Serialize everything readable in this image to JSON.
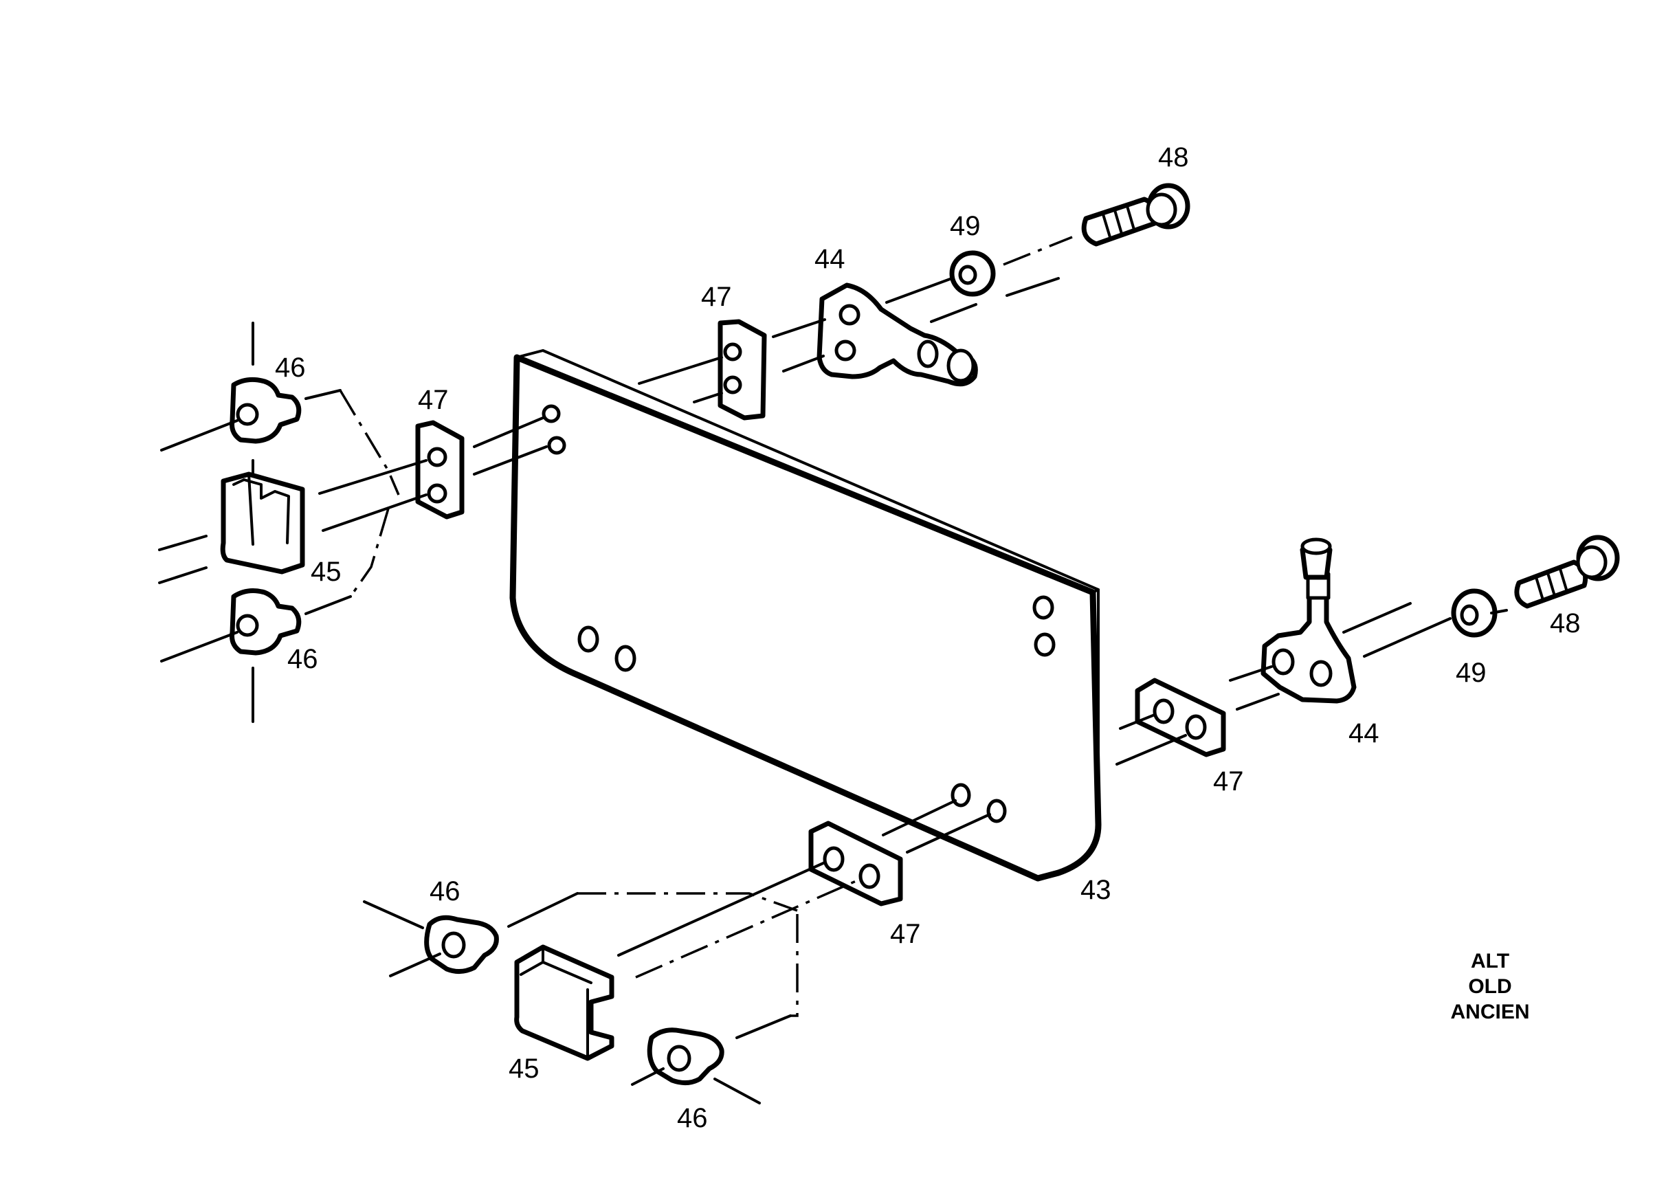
{
  "callouts": {
    "panel": "43",
    "latch_top": "44",
    "latch_right": "44",
    "hinge_left": "45",
    "hinge_bottom": "45",
    "pin_left_top": "46",
    "pin_left_bottom": "46",
    "pin_bottom_top": "46",
    "pin_bottom_bottom": "46",
    "plate_top": "47",
    "plate_left": "47",
    "plate_right": "47",
    "plate_bottom": "47",
    "screw_top": "48",
    "screw_right": "48",
    "washer_top": "49",
    "washer_right": "49"
  },
  "stamp": {
    "line1": "ALT",
    "line2": "OLD",
    "line3": "ANCIEN"
  }
}
